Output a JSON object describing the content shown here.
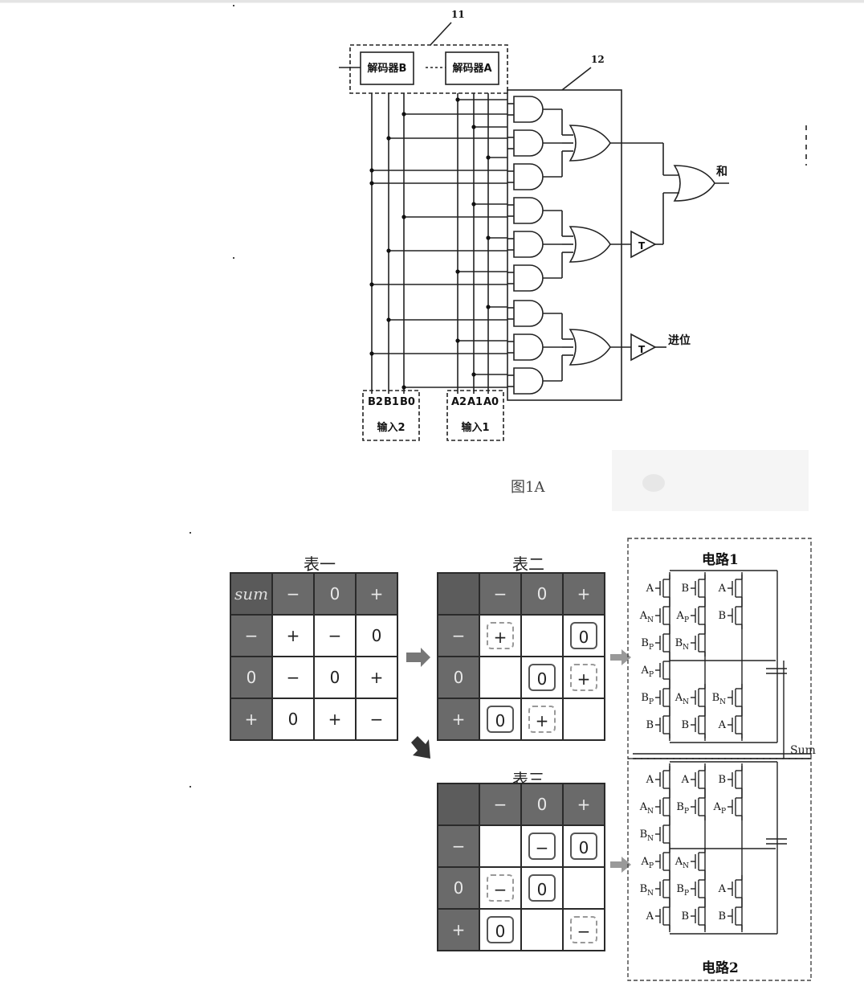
{
  "figure1a": {
    "ref_11": "11",
    "ref_12": "12",
    "decoder_b": "解码器B",
    "decoder_a": "解码器A",
    "input2_bits": [
      "B2",
      "B1",
      "B0"
    ],
    "input1_bits": [
      "A2",
      "A1",
      "A0"
    ],
    "input2_label": "输入2",
    "input1_label": "输入1",
    "sum_label": "和",
    "carry_label": "进位",
    "t_label": "T",
    "caption": "图1A"
  },
  "table1": {
    "title": "表一",
    "corner": "sum",
    "col_headers": [
      "−",
      "0",
      "+"
    ],
    "rows": [
      {
        "header": "−",
        "cells": [
          "+",
          "−",
          "0"
        ]
      },
      {
        "header": "0",
        "cells": [
          "−",
          "0",
          "+"
        ]
      },
      {
        "header": "+",
        "cells": [
          "0",
          "+",
          "−"
        ]
      }
    ]
  },
  "table2": {
    "title": "表二",
    "col_headers": [
      "−",
      "0",
      "+"
    ],
    "rows": [
      {
        "header": "−",
        "cells": [
          "+",
          "",
          "0"
        ]
      },
      {
        "header": "0",
        "cells": [
          "",
          "0",
          "+"
        ]
      },
      {
        "header": "+",
        "cells": [
          "0",
          "+",
          ""
        ]
      }
    ]
  },
  "table3": {
    "title": "表三",
    "col_headers": [
      "−",
      "0",
      "+"
    ],
    "rows": [
      {
        "header": "−",
        "cells": [
          "",
          "−",
          "0"
        ]
      },
      {
        "header": "0",
        "cells": [
          "−",
          "0",
          ""
        ]
      },
      {
        "header": "+",
        "cells": [
          "0",
          "",
          "−"
        ]
      }
    ]
  },
  "circuits": {
    "circuit1_label": "电路1",
    "circuit2_label": "电路2",
    "sum_label": "Sum",
    "c1_row_labels": [
      [
        "A",
        "B",
        "A"
      ],
      [
        "A_N",
        "A_P",
        "B"
      ],
      [
        "B_P",
        "B_N",
        ""
      ],
      [
        "A_P",
        "",
        ""
      ],
      [
        "B_P",
        "A_N",
        "B_N"
      ],
      [
        "B",
        "B",
        "A"
      ]
    ],
    "c2_row_labels": [
      [
        "A",
        "A",
        "B"
      ],
      [
        "A_N",
        "B_P",
        "A_P"
      ],
      [
        "B_N",
        "",
        ""
      ],
      [
        "A_P",
        "A_N",
        ""
      ],
      [
        "B_N",
        "B_P",
        "A"
      ],
      [
        "A",
        "B",
        "B"
      ]
    ]
  },
  "colors": {
    "line": "#222222",
    "header_fill": "#6a6a6a",
    "dashed_box": "#555555"
  }
}
